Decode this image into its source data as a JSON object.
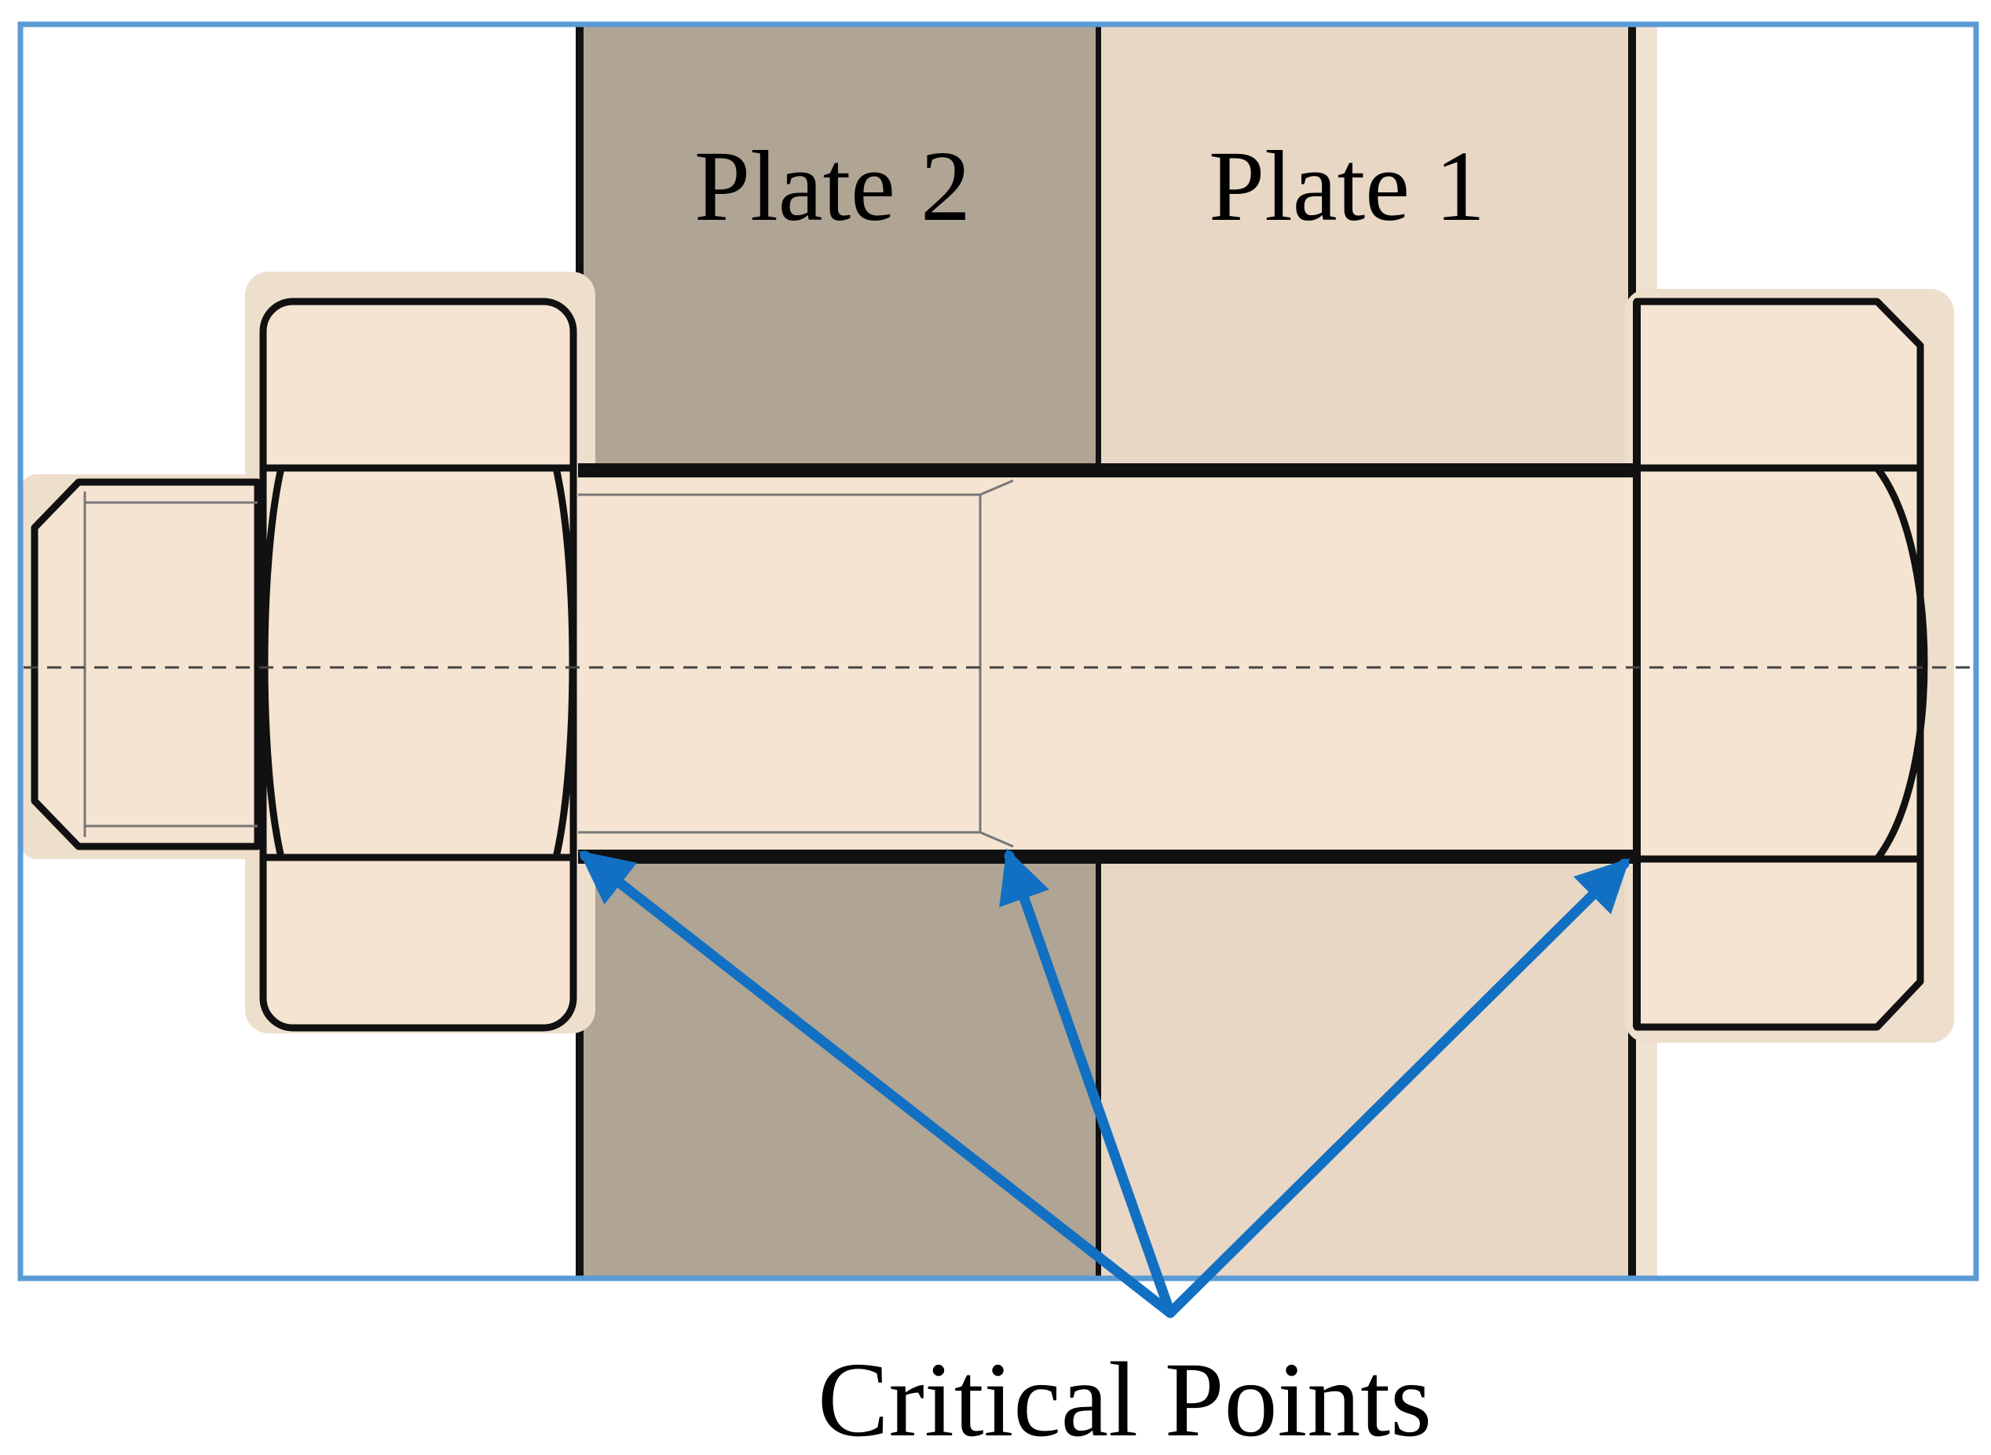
{
  "labels": {
    "plate2": "Plate 2",
    "plate1": "Plate 1",
    "critical_points": "Critical Points"
  },
  "colors": {
    "frame": "#5B9BD5",
    "plate2_fill": "#B0A494",
    "plate1_fill": "#E8D7C5",
    "bolt_fill": "#F5E4D1",
    "bolt_shadow": "#E3D3C0",
    "outline": "#111111",
    "arrow": "#1270C2"
  },
  "icons": {
    "arrow_head": "arrow-head-icon"
  }
}
